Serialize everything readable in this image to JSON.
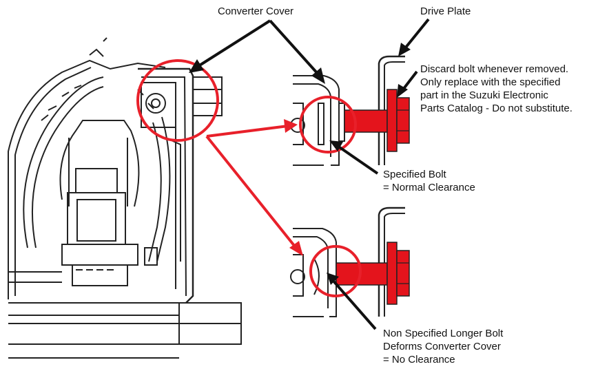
{
  "labels": {
    "converter_cover": "Converter Cover",
    "drive_plate": "Drive Plate",
    "discard_note": [
      "Discard bolt whenever removed.",
      "Only replace with the specified",
      "part in the Suzuki Electronic",
      "Parts Catalog - Do not substitute."
    ],
    "specified_bolt": [
      "Specified Bolt",
      "= Normal Clearance"
    ],
    "non_specified_bolt": [
      "Non Specified Longer Bolt",
      "Deforms Converter Cover",
      "= No Clearance"
    ]
  },
  "colors": {
    "highlight": "#e8202a",
    "bolt": "#e4141c",
    "line": "#111111"
  }
}
